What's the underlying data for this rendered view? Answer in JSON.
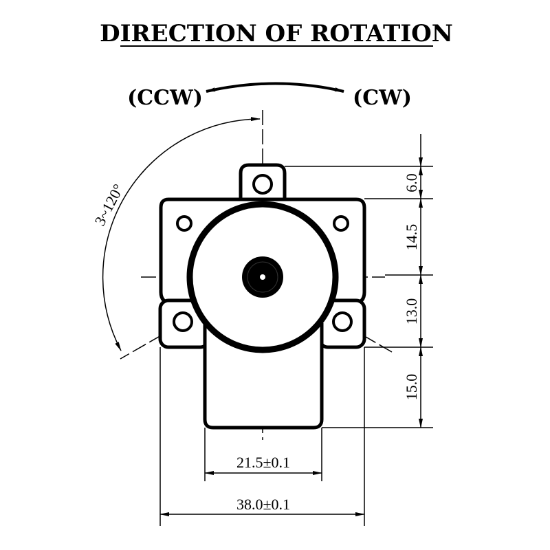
{
  "title": "DIRECTION OF ROTATION",
  "rotation": {
    "ccw_label": "(CCW)",
    "cw_label": "(CW)",
    "angle_label": "3~120°"
  },
  "dimensions": {
    "vertical": [
      "6.0",
      "14.5",
      "13.0",
      "15.0"
    ],
    "gearbox_width": "21.5±0.1",
    "overall_width": "38.0±0.1"
  },
  "colors": {
    "ink": "#000000",
    "background": "#ffffff"
  }
}
